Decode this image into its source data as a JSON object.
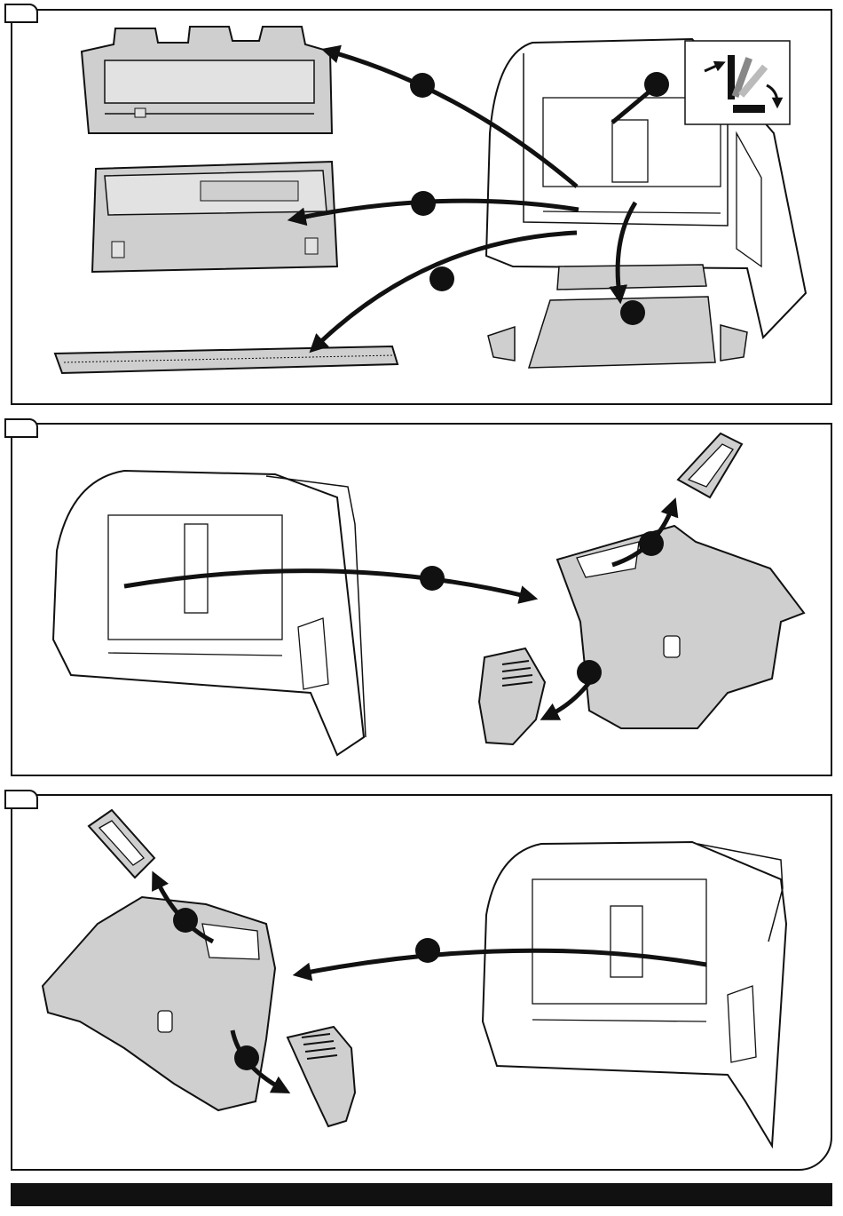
{
  "diagram": {
    "panels": [
      {
        "id": "panel-1",
        "step_tab": "",
        "callouts": [
          "",
          "",
          "",
          ""
        ]
      },
      {
        "id": "panel-2",
        "step_tab": "",
        "callouts": [
          "",
          "",
          ""
        ]
      },
      {
        "id": "panel-3",
        "step_tab": "",
        "callouts": [
          "",
          "",
          ""
        ]
      }
    ],
    "footer_text": "",
    "colors": {
      "line": "#111111",
      "part_fill": "#cfcfcf",
      "part_fill_light": "#e2e2e2",
      "background": "#ffffff"
    }
  }
}
